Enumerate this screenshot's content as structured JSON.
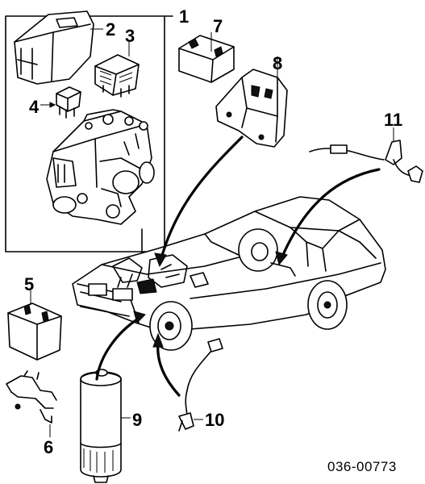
{
  "diagram": {
    "reference_code": "036-00773",
    "callouts": [
      {
        "id": "1",
        "label": "1"
      },
      {
        "id": "2",
        "label": "2"
      },
      {
        "id": "3",
        "label": "3"
      },
      {
        "id": "4",
        "label": "4"
      },
      {
        "id": "5",
        "label": "5"
      },
      {
        "id": "6",
        "label": "6"
      },
      {
        "id": "7",
        "label": "7"
      },
      {
        "id": "8",
        "label": "8"
      },
      {
        "id": "9",
        "label": "9"
      },
      {
        "id": "10",
        "label": "10"
      },
      {
        "id": "11",
        "label": "11"
      }
    ]
  }
}
